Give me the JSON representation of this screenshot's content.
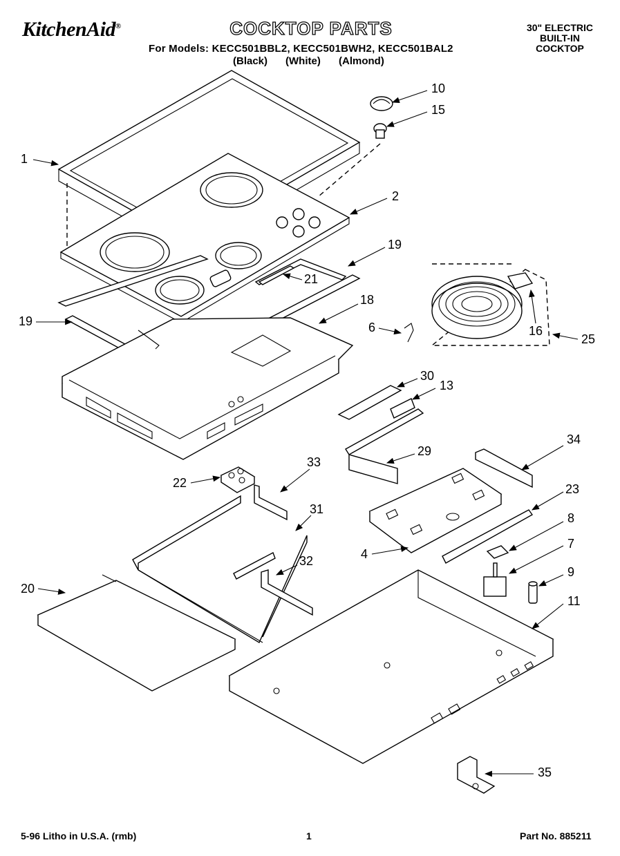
{
  "header": {
    "brand": "KitchenAid",
    "brand_suffix": "®",
    "title": "COCKTOP PARTS",
    "models_line": "For Models: KECC501BBL2, KECC501BWH2, KECC501BAL2",
    "colors": [
      "(Black)",
      "(White)",
      "(Almond)"
    ],
    "product_lines": [
      "30\" ELECTRIC",
      "BUILT-IN",
      "COCKTOP"
    ]
  },
  "callouts": [
    "1",
    "2",
    "4",
    "6",
    "7",
    "8",
    "9",
    "10",
    "11",
    "13",
    "15",
    "16",
    "18",
    "19",
    "19",
    "20",
    "21",
    "22",
    "23",
    "25",
    "29",
    "30",
    "31",
    "32",
    "33",
    "34",
    "35"
  ],
  "footer": {
    "left": "5-96 Litho in U.S.A. (rmb)",
    "page": "1",
    "part_no": "Part No. 885211"
  }
}
